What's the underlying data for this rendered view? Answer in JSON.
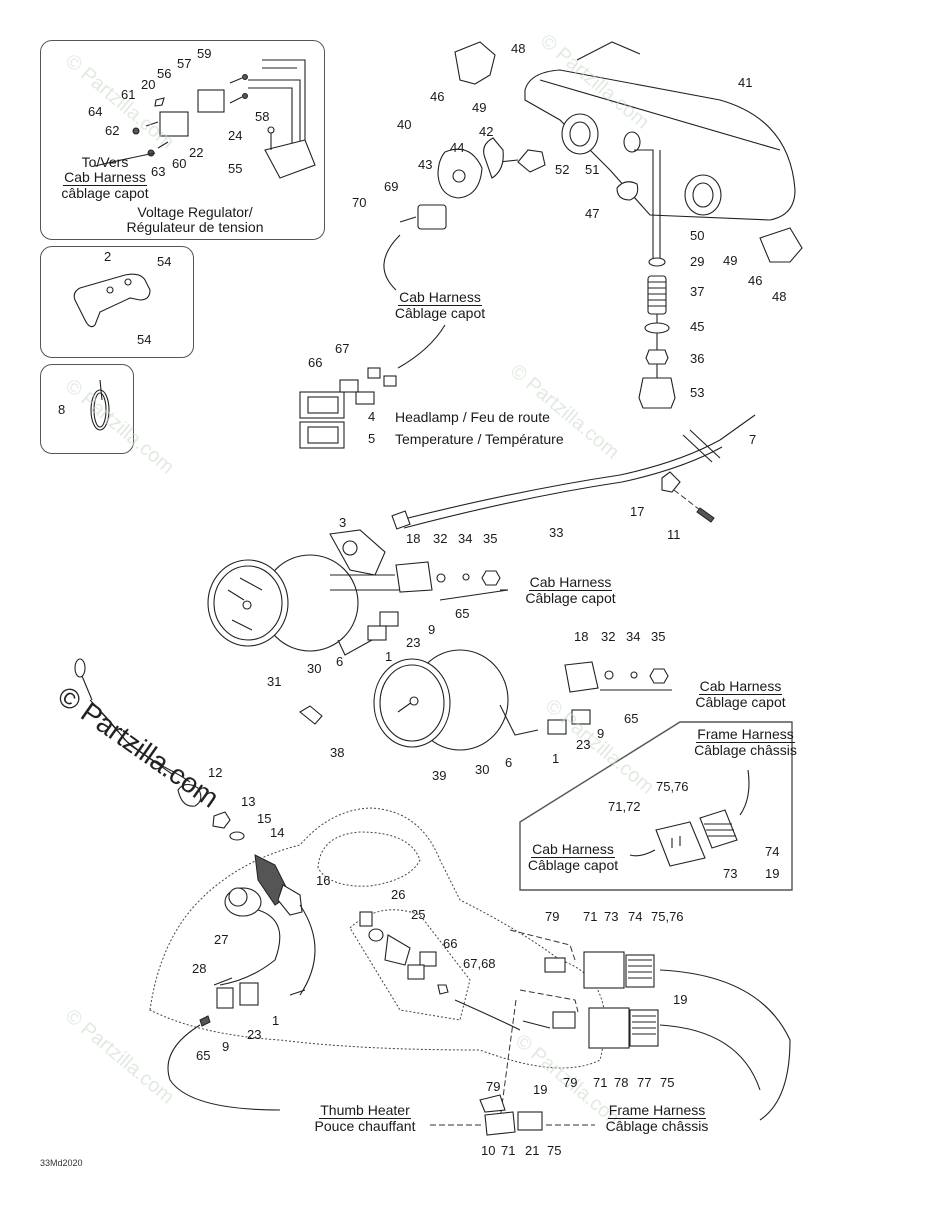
{
  "document_code": "33Md2020",
  "watermark": "© Partzilla.com",
  "insets": {
    "voltage_regulator": {
      "title_line1": "Voltage Regulator/",
      "title_line2": "Régulateur de tension",
      "to_label": "To/Vers",
      "harness_en": "Cab Harness",
      "harness_fr": "câblage capot",
      "callouts": [
        "59",
        "57",
        "56",
        "20",
        "61",
        "64",
        "62",
        "63",
        "60",
        "22",
        "58",
        "24",
        "55"
      ]
    },
    "bracket": {
      "callouts": [
        "2",
        "54",
        "54"
      ]
    },
    "strap": {
      "callouts": [
        "8"
      ]
    },
    "connector": {
      "frame_harness_en": "Frame Harness",
      "frame_harness_fr": "Câblage châssis",
      "cab_harness_en": "Cab Harness",
      "cab_harness_fr": "Câblage capot",
      "callouts": [
        "75,76",
        "71,72",
        "74",
        "73",
        "19"
      ]
    }
  },
  "captions": {
    "headlamp_cab_en": "Cab Harness",
    "headlamp_cab_fr": "Câblage capot",
    "switch_4": "Headlamp / Feu de route",
    "switch_5": "Temperature / Température",
    "gauge1_cab_en": "Cab Harness",
    "gauge1_cab_fr": "Câblage capot",
    "gauge2_cab_en": "Cab Harness",
    "gauge2_cab_fr": "Câblage capot",
    "thumb_en": "Thumb Heater",
    "thumb_fr": "Pouce chauffant",
    "frame_en": "Frame Harness",
    "frame_fr": "Câblage châssis"
  },
  "callouts": {
    "c48a": "48",
    "c46a": "46",
    "c49a": "49",
    "c41": "41",
    "c40": "40",
    "c42": "42",
    "c44": "44",
    "c43": "43",
    "c52": "52",
    "c51": "51",
    "c69": "69",
    "c70": "70",
    "c47": "47",
    "c50": "50",
    "c29": "29",
    "c37": "37",
    "c45": "45",
    "c36": "36",
    "c53": "53",
    "c49b": "49",
    "c46b": "46",
    "c48b": "48",
    "c67": "67",
    "c66": "66",
    "c4": "4",
    "c5": "5",
    "c7": "7",
    "c17": "17",
    "c11": "11",
    "c33": "33",
    "c3": "3",
    "c18a": "18",
    "c32a": "32",
    "c34a": "34",
    "c35a": "35",
    "c65a": "65",
    "c9a": "9",
    "c23a": "23",
    "c1a": "1",
    "c31": "31",
    "c30a": "30",
    "c6a": "6",
    "c18b": "18",
    "c32b": "32",
    "c34b": "34",
    "c35b": "35",
    "c65b": "65",
    "c9b": "9",
    "c23b": "23",
    "c1b": "1",
    "c39": "39",
    "c30b": "30",
    "c6b": "6",
    "c38": "38",
    "c12": "12",
    "c13": "13",
    "c15": "15",
    "c14": "14",
    "c16": "16",
    "c27": "27",
    "c26": "26",
    "c25": "25",
    "c66b": "66",
    "c6768": "67,68",
    "c28": "28",
    "c1c": "1",
    "c23c": "23",
    "c9c": "9",
    "c65c": "65",
    "c79a": "79",
    "c71a": "71",
    "c73a": "73",
    "c74a": "74",
    "c7576a": "75,76",
    "c19a": "19",
    "c79b": "79",
    "c71b": "71",
    "c78": "78",
    "c77": "77",
    "c75a": "75",
    "c79c": "79",
    "c19b": "19",
    "c10": "10",
    "c71c": "71",
    "c21": "21",
    "c75b": "75"
  }
}
